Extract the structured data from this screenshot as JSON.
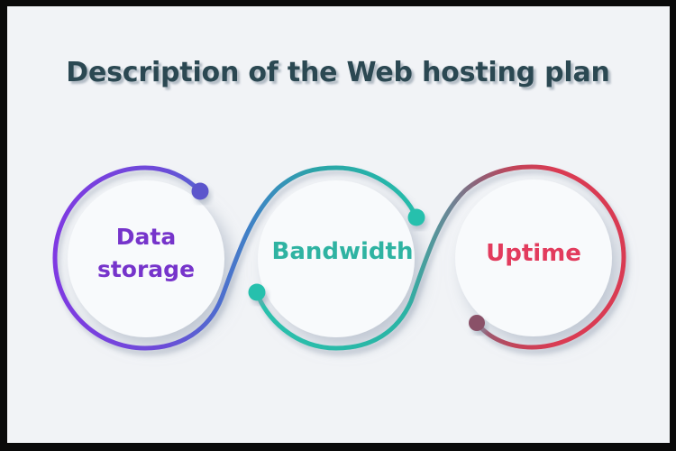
{
  "frame": {
    "border_color": "#0a0a0a",
    "background": "#f1f3f6",
    "plate_color": "#f8fafc"
  },
  "title": {
    "text": "Description of the Web hosting plan",
    "color": "#2b4852"
  },
  "nodes": [
    {
      "id": "data-storage",
      "label": "Data\nstorage",
      "color": "#7634cb"
    },
    {
      "id": "bandwidth",
      "label": "Bandwidth",
      "color": "#2fb3a2"
    },
    {
      "id": "uptime",
      "label": "Uptime",
      "color": "#e23b5d"
    }
  ],
  "curve": {
    "gradient1": [
      "#7f39e2",
      "#6c4cd8",
      "#4f6ccf",
      "#3b89c2",
      "#2ba4a7",
      "#25bdab"
    ],
    "gradient2": [
      "#2bc1ad",
      "#2ab4a5",
      "#6e8495",
      "#925d74",
      "#c24459",
      "#da3b53",
      "#d93b52"
    ],
    "dots": [
      "#5c55cc",
      "#27c0ad",
      "#27c0ad",
      "#8a5168"
    ]
  }
}
